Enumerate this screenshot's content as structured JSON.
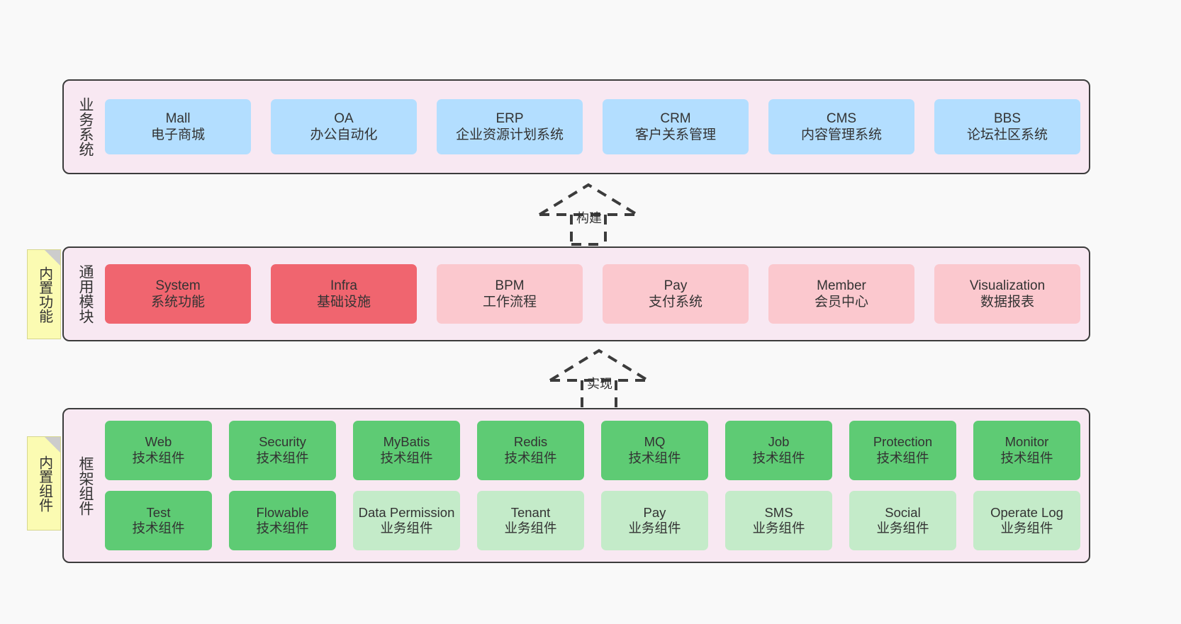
{
  "diagram": {
    "background_color": "#f9f9f9",
    "layer_fill": "#f8e8f2",
    "layer_border": "#3c3c3c",
    "note_fill": "#fbfbb2"
  },
  "notes": [
    {
      "name": "built-in-feature",
      "text": "内置功能"
    },
    {
      "name": "built-in-component",
      "text": "内置组件"
    }
  ],
  "connectors": [
    {
      "name": "build",
      "label": "构建",
      "style": "dashed-hollow-triangle",
      "direction": "up"
    },
    {
      "name": "implement",
      "label": "实现",
      "style": "dashed-hollow-triangle",
      "direction": "up"
    }
  ],
  "layers": [
    {
      "id": "business",
      "title": "业务系统",
      "color": "#b3deff",
      "rows": [
        [
          {
            "en": "Mall",
            "cn": "电子商城",
            "color": "#b3deff"
          },
          {
            "en": "OA",
            "cn": "办公自动化",
            "color": "#b3deff"
          },
          {
            "en": "ERP",
            "cn": "企业资源计划系统",
            "color": "#b3deff"
          },
          {
            "en": "CRM",
            "cn": "客户关系管理",
            "color": "#b3deff"
          },
          {
            "en": "CMS",
            "cn": "内容管理系统",
            "color": "#b3deff"
          },
          {
            "en": "BBS",
            "cn": "论坛社区系统",
            "color": "#b3deff"
          }
        ]
      ]
    },
    {
      "id": "modules",
      "title": "通用模块",
      "color": "#f9c6ce",
      "rows": [
        [
          {
            "en": "System",
            "cn": "系统功能",
            "color": "#f0656f"
          },
          {
            "en": "Infra",
            "cn": "基础设施",
            "color": "#f0656f"
          },
          {
            "en": "BPM",
            "cn": "工作流程",
            "color": "#fbc8ce"
          },
          {
            "en": "Pay",
            "cn": "支付系统",
            "color": "#fbc8ce"
          },
          {
            "en": "Member",
            "cn": "会员中心",
            "color": "#fbc8ce"
          },
          {
            "en": "Visualization",
            "cn": "数据报表",
            "color": "#fbc8ce"
          }
        ]
      ]
    },
    {
      "id": "framework",
      "title": "框架组件",
      "color": "#5ecb74",
      "rows": [
        [
          {
            "en": "Web",
            "cn": "技术组件",
            "color": "#5ecb74"
          },
          {
            "en": "Security",
            "cn": "技术组件",
            "color": "#5ecb74"
          },
          {
            "en": "MyBatis",
            "cn": "技术组件",
            "color": "#5ecb74"
          },
          {
            "en": "Redis",
            "cn": "技术组件",
            "color": "#5ecb74"
          },
          {
            "en": "MQ",
            "cn": "技术组件",
            "color": "#5ecb74"
          },
          {
            "en": "Job",
            "cn": "技术组件",
            "color": "#5ecb74"
          },
          {
            "en": "Protection",
            "cn": "技术组件",
            "color": "#5ecb74"
          },
          {
            "en": "Monitor",
            "cn": "技术组件",
            "color": "#5ecb74"
          }
        ],
        [
          {
            "en": "Test",
            "cn": "技术组件",
            "color": "#5ecb74"
          },
          {
            "en": "Flowable",
            "cn": "技术组件",
            "color": "#5ecb74"
          },
          {
            "en": "Data Permission",
            "cn": "业务组件",
            "color": "#c4ebc9"
          },
          {
            "en": "Tenant",
            "cn": "业务组件",
            "color": "#c4ebc9"
          },
          {
            "en": "Pay",
            "cn": "业务组件",
            "color": "#c4ebc9"
          },
          {
            "en": "SMS",
            "cn": "业务组件",
            "color": "#c4ebc9"
          },
          {
            "en": "Social",
            "cn": "业务组件",
            "color": "#c4ebc9"
          },
          {
            "en": "Operate Log",
            "cn": "业务组件",
            "color": "#c4ebc9"
          }
        ]
      ]
    }
  ]
}
